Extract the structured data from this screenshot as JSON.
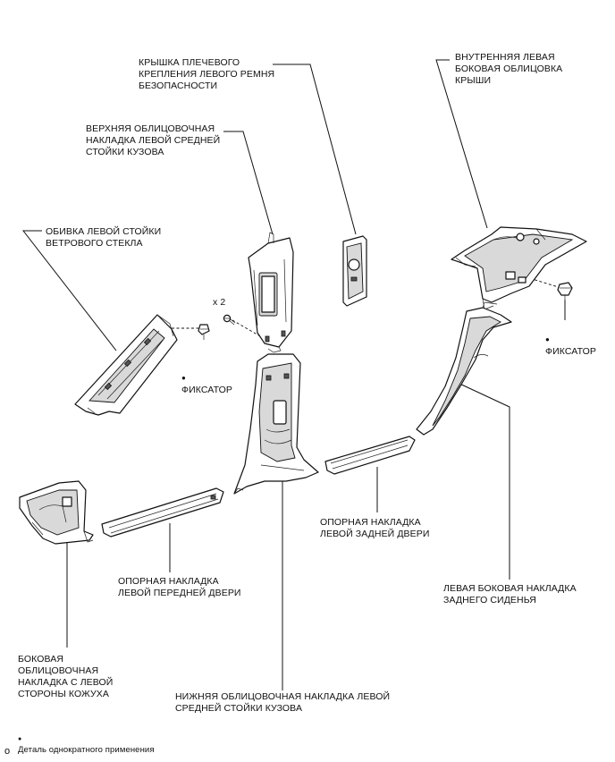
{
  "labels": {
    "shoulder_belt_cover": "КРЫШКА ПЛЕЧЕВОГО\nКРЕПЛЕНИЯ ЛЕВОГО РЕМНЯ\nБЕЗОПАСНОСТИ",
    "inner_roof_side_garnish": "ВНУТРЕННЯЯ ЛЕВАЯ\nБОКОВАЯ ОБЛИЦОВКА\nКРЫШИ",
    "upper_center_pillar_garnish": "ВЕРХНЯЯ ОБЛИЦОВОЧНАЯ\nНАКЛАДКА ЛЕВОЙ СРЕДНЕЙ\nСТОЙКИ КУЗОВА",
    "front_pillar_garnish": "ОБИВКА ЛЕВОЙ СТОЙКИ\nВЕТРОВОГО СТЕКЛА",
    "quantity": "x 2",
    "clip_left": "ФИКСАТОР",
    "clip_right": "ФИКСАТОР",
    "rear_door_scuff_plate": "ОПОРНАЯ НАКЛАДКА\nЛЕВОЙ ЗАДНЕЙ ДВЕРИ",
    "front_door_scuff_plate": "ОПОРНАЯ НАКЛАДКА\nЛЕВОЙ ПЕРЕДНЕЙ ДВЕРИ",
    "rear_seat_side_garnish": "ЛЕВАЯ БОКОВАЯ НАКЛАДКА\nЗАДНЕГО СИДЕНЬЯ",
    "cowl_side_trim": "БОКОВАЯ\nОБЛИЦОВОЧНАЯ\nНАКЛАДКА С ЛЕВОЙ\nСТОРОНЫ КОЖУХА",
    "lower_center_pillar_garnish": "НИЖНЯЯ ОБЛИЦОВОЧНАЯ НАКЛАДКА ЛЕВОЙ\nСРЕДНЕЙ СТОЙКИ КУЗОВА"
  },
  "legend": {
    "bullet": "●",
    "text": "Деталь однократного применения"
  },
  "corner_mark": "o"
}
